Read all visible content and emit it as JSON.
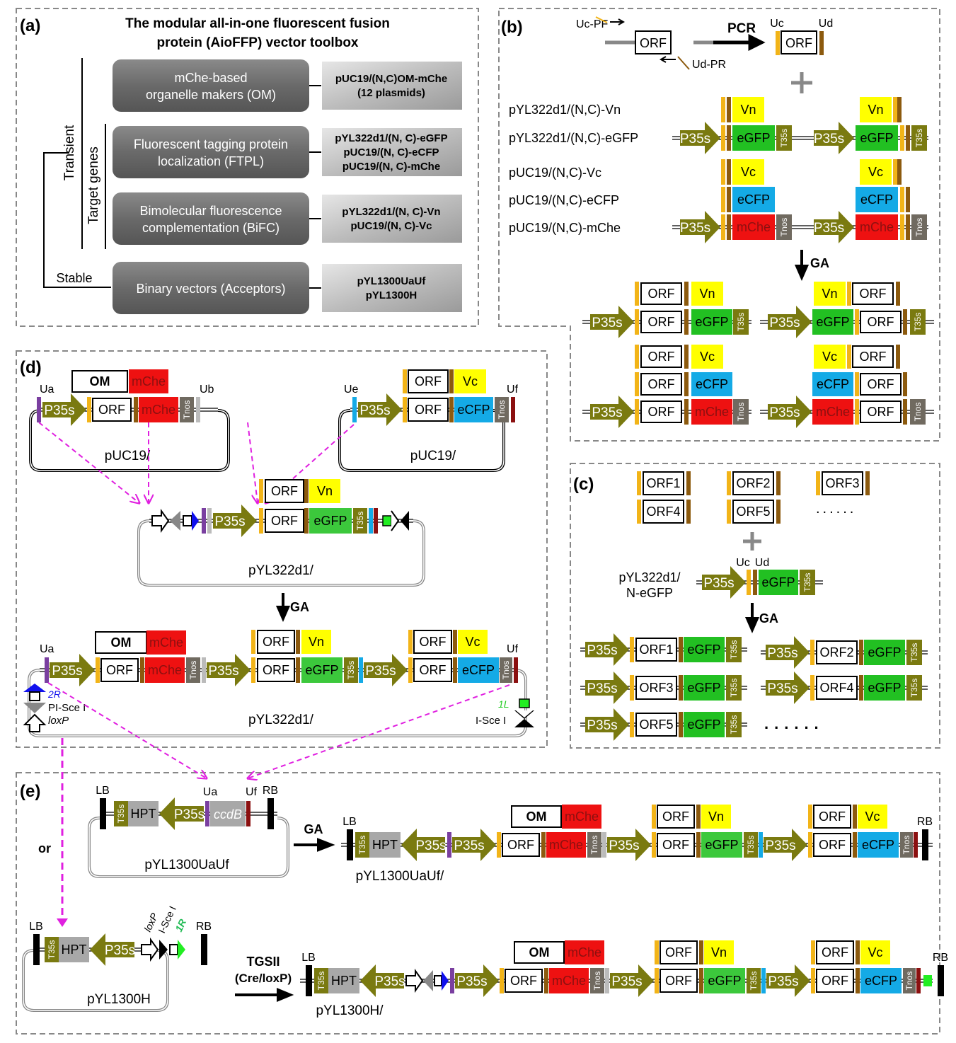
{
  "colors": {
    "promoter": "#7a7a10",
    "uc": "#f2b418",
    "ud": "#8c5a0e",
    "vn_vc": "#ffff00",
    "egfp": "#22c022",
    "egfp_light": "#3cc83c",
    "ecfp": "#14aae6",
    "mche": "#ee1111",
    "tnos": "#706a60",
    "ua": "#7a3fa0",
    "ub": "#bbbbbb",
    "ue": "#14aae6",
    "uf": "#8b1010",
    "panel_border": "#888888",
    "magenta": "#e020e0",
    "gray_box": "#a8a8a8",
    "dark_box": "#6a6a6a",
    "lox_green": "#22ee22",
    "blue_tri": "#1010ee"
  },
  "panel_a": {
    "label": "(a)",
    "title_line1": "The modular all-in-one fluorescent fusion",
    "title_line2": "protein (AioFFP) vector toolbox",
    "transient": "Transient",
    "target_genes": "Target genes",
    "stable": "Stable",
    "rows": [
      {
        "category": [
          "mChe-based",
          "organelle makers (OM)"
        ],
        "plasmids": [
          "pUC19/(N,C)OM-mChe",
          "(12 plasmids)"
        ]
      },
      {
        "category": [
          "Fluorescent tagging protein",
          "localization (FTPL)"
        ],
        "plasmids": [
          "pYL322d1/(N, C)-eGFP",
          "pUC19/(N, C)-eCFP",
          "pUC19/(N, C)-mChe"
        ]
      },
      {
        "category": [
          "Bimolecular fluorescence",
          "complementation (BiFC)"
        ],
        "plasmids": [
          "pYL322d1/(N, C)-Vn",
          "pUC19/(N, C)-Vc"
        ]
      },
      {
        "category": [
          "Binary vectors (Acceptors)"
        ],
        "plasmids": [
          "pYL1300UaUf",
          "pYL1300H"
        ]
      }
    ]
  },
  "panel_b": {
    "label": "(b)",
    "primer_f": "Uc-PF",
    "primer_r": "Ud-PR",
    "pcr": "PCR",
    "uc": "Uc",
    "ud": "Ud",
    "orf": "ORF",
    "ga": "GA",
    "vectors": [
      "pYL322d1/(N,C)-Vn",
      "pYL322d1/(N,C)-eGFP",
      "pUC19/(N,C)-Vc",
      "pUC19/(N,C)-eCFP",
      "pUC19/(N,C)-mChe"
    ],
    "p35s": "P35s",
    "t35s": "T35s",
    "tnos": "Tnos",
    "vn": "Vn",
    "vc": "Vc",
    "egfp": "eGFP",
    "ecfp": "eCFP",
    "mche": "mChe"
  },
  "panel_c": {
    "label": "(c)",
    "orfs": [
      "ORF1",
      "ORF2",
      "ORF3",
      "ORF4",
      "ORF5"
    ],
    "ellipsis": "......",
    "vector_line1": "pYL322d1/",
    "vector_line2": "N-eGFP",
    "uc": "Uc",
    "ud": "Ud",
    "ga": "GA"
  },
  "panel_d": {
    "label": "(d)",
    "om": "OM",
    "ua": "Ua",
    "ub": "Ub",
    "ue": "Ue",
    "uf": "Uf",
    "puc19": "pUC19/",
    "pyl322d1": "pYL322d1/",
    "ga": "GA",
    "r2": "2R",
    "pisce": "PI-Sce I",
    "loxp": "loxP",
    "l1": "1L",
    "isce": "I-Sce I"
  },
  "panel_e": {
    "label": "(e)",
    "lb": "LB",
    "rb": "RB",
    "hpt": "HPT",
    "ccdb": "ccdB",
    "ua": "Ua",
    "uf": "Uf",
    "or": "or",
    "ga": "GA",
    "pyl1300uauf": "pYL1300UaUf",
    "pyl1300uauf_product": "pYL1300UaUf/",
    "pyl1300h": "pYL1300H",
    "pyl1300h_product": "pYL1300H/",
    "tgsii": "TGSII",
    "cre_loxp": "(Cre/loxP)",
    "loxp": "loxP",
    "isce": "I-Sce I",
    "r1": "1R"
  }
}
